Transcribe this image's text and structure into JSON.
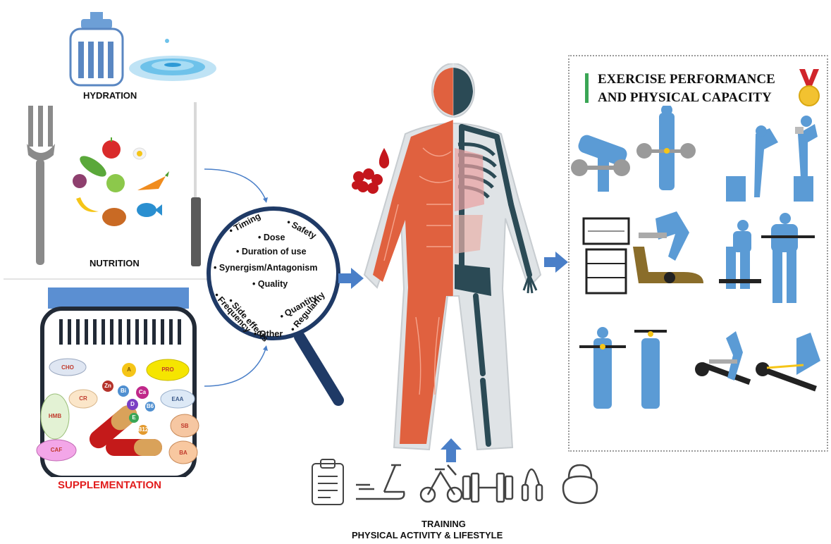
{
  "hydration": {
    "label": "HYDRATION"
  },
  "nutrition": {
    "label": "NUTRITION"
  },
  "supplementation": {
    "label": "SUPPLEMENTATION",
    "tags": [
      "CHO",
      "PRO",
      "CR",
      "EAA",
      "HMB",
      "CAF",
      "SB",
      "BA"
    ],
    "vitamins": [
      "Zn",
      "Bi",
      "Ca",
      "D",
      "B6",
      "E",
      "B12",
      "A"
    ]
  },
  "magnifier": {
    "items": [
      "Timing",
      "Dose",
      "Safety",
      "Duration of use",
      "Synergism/Antagonism",
      "Quality",
      "Side effects",
      "Frequency",
      "Quantity",
      "Regularity",
      "Other"
    ]
  },
  "performance": {
    "title_line1": "EXERCISE PERFORMANCE",
    "title_line2": "AND PHYSICAL CAPACITY"
  },
  "training": {
    "title": "TRAINING",
    "subtitle": "PHYSICAL ACTIVITY & LIFESTYLE",
    "icons": [
      "clipboard-icon",
      "treadmill-icon",
      "exercise-bike-icon",
      "dumbbell-icon",
      "jump-rope-icon",
      "kettlebell-icon"
    ]
  },
  "colors": {
    "accent_blue": "#4a7fc8",
    "figure_blue": "#5b9bd5",
    "muscle": "#e0613f",
    "skeleton": "#2b4a55",
    "supplement_red": "#e21d1d",
    "title_green": "#3aa655"
  }
}
